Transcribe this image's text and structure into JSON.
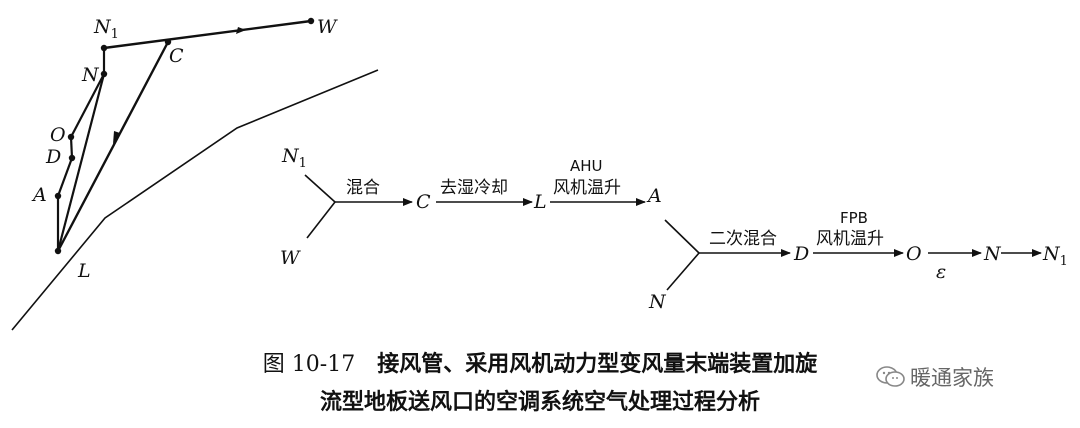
{
  "diagram": {
    "process_chart": {
      "points": {
        "N1": "N1",
        "N": "N",
        "W": "W",
        "C": "C",
        "O": "O",
        "D": "D",
        "A": "A",
        "L": "L"
      }
    },
    "flow": {
      "N1_in": "N1",
      "W_in": "W",
      "mix_label": "混合",
      "C": "C",
      "dehumid_label": "去湿冷却",
      "L": "L",
      "ahu_top": "AHU",
      "ahu_label": "风机温升",
      "A": "A",
      "N_in": "N",
      "second_mix_label": "二次混合",
      "D": "D",
      "fpb_top": "FPB",
      "fpb_label": "风机温升",
      "O": "O",
      "epsilon": "ε",
      "N": "N",
      "N1_out": "N1"
    }
  },
  "caption": {
    "figure_number": "图 10-17",
    "line1": "接风管、采用风机动力型变风量末端装置加旋",
    "line2": "流型地板送风口的空调系统空气处理过程分析"
  },
  "watermark": {
    "icon": "wechat-icon",
    "text": "暖通家族"
  }
}
